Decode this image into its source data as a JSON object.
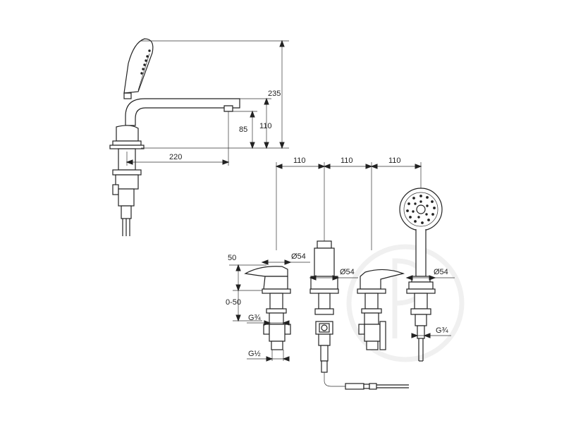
{
  "dimensions": {
    "height_total": "235",
    "height_body": "110",
    "height_spout": "85",
    "reach": "220",
    "spacing_1": "110",
    "spacing_2": "110",
    "spacing_3": "110",
    "height_lever": "50",
    "range": "0-50",
    "thread_g34_left": "G¾",
    "thread_g12": "G½",
    "thread_g34_right": "G¾",
    "dia_1": "Ø54",
    "dia_2": "Ø54",
    "dia_3": "Ø54"
  }
}
